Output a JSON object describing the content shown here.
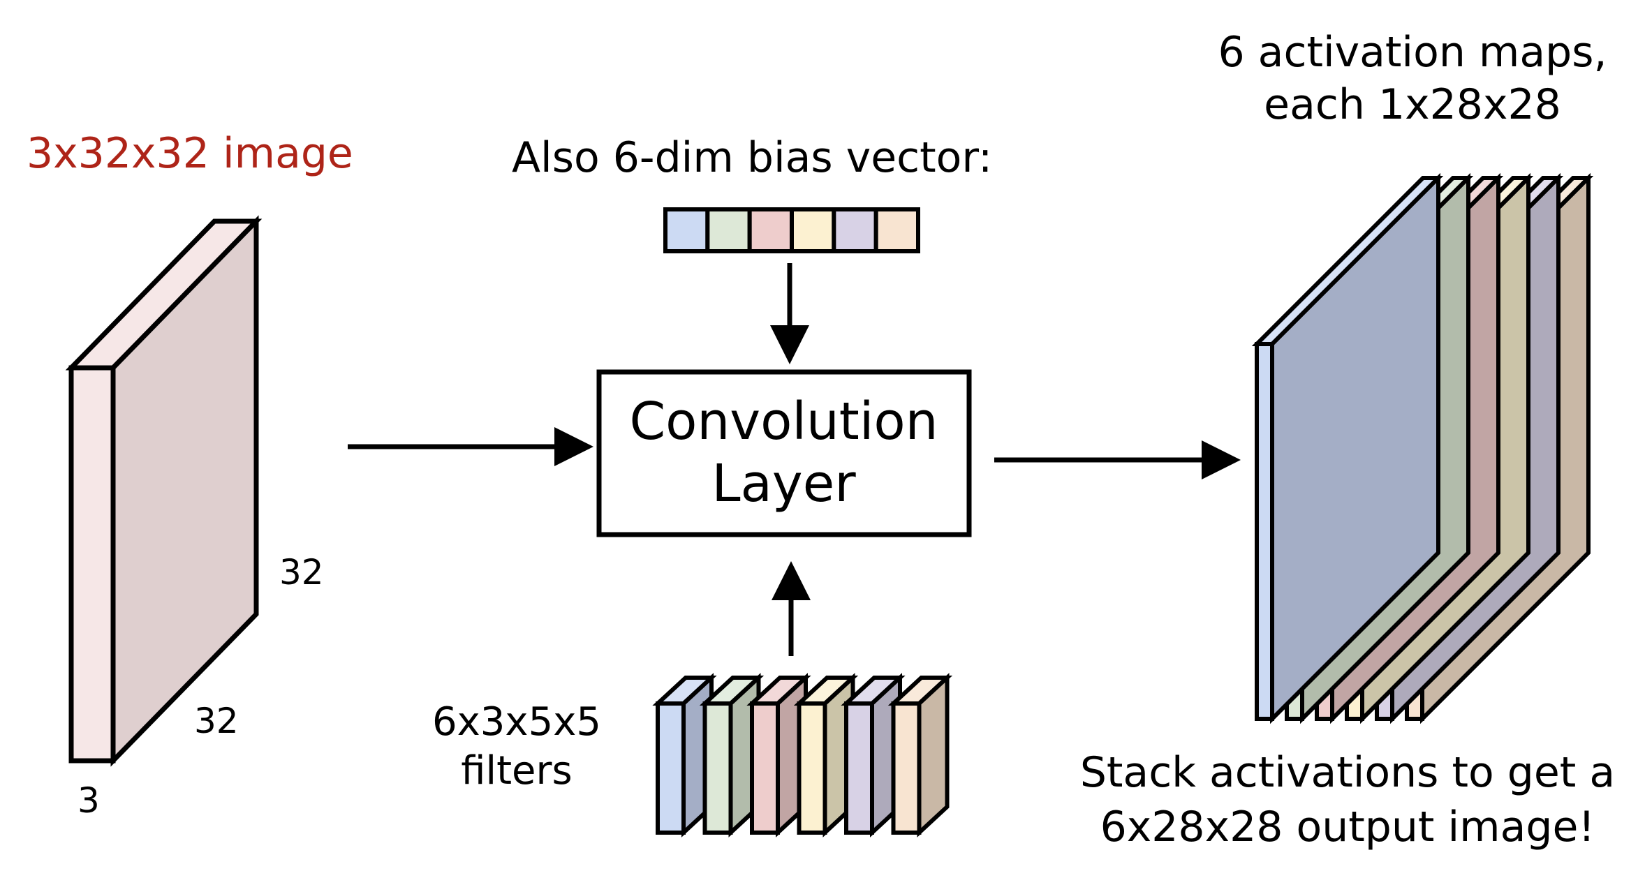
{
  "input": {
    "title": "3x32x32 image",
    "height_label": "32",
    "width_label": "32",
    "depth_label": "3",
    "colors": {
      "front": "#f6e7e7",
      "side": "#dfcfcf"
    }
  },
  "bias": {
    "title": "Also 6-dim bias vector:",
    "cells": [
      {
        "color": "#ccdaf3"
      },
      {
        "color": "#dde8d7"
      },
      {
        "color": "#eecdcc"
      },
      {
        "color": "#fcf1d1"
      },
      {
        "color": "#d8d2e6"
      },
      {
        "color": "#f8e4d1"
      }
    ]
  },
  "conv_layer": {
    "line1": "Convolution",
    "line2": "Layer"
  },
  "filters": {
    "line1": "6x3x5x5",
    "line2": "filters",
    "items": [
      {
        "front": "#ccdaf3",
        "top": "#d7e2f6",
        "side": "#a4aec6"
      },
      {
        "front": "#dde8d7",
        "top": "#e3ede0",
        "side": "#b2bcab"
      },
      {
        "front": "#eecdcc",
        "top": "#f2d9d9",
        "side": "#c1a5a4"
      },
      {
        "front": "#fcf1d1",
        "top": "#fbf4dc",
        "side": "#cbc4a8"
      },
      {
        "front": "#d8d2e6",
        "top": "#e1dded",
        "side": "#aeaabb"
      },
      {
        "front": "#f8e4d1",
        "top": "#f9eadb",
        "side": "#c9b8a6"
      }
    ]
  },
  "output": {
    "title_line1": "6 activation maps,",
    "title_line2": "each 1x28x28",
    "caption_line1": "Stack activations to get a",
    "caption_line2": "6x28x28 output image!",
    "maps": [
      {
        "front": "#ccdaf3",
        "top": "#d7e2f6",
        "side": "#a4aec6"
      },
      {
        "front": "#dde8d7",
        "top": "#e3ede0",
        "side": "#b2bcab"
      },
      {
        "front": "#eecdcc",
        "top": "#f2d9d9",
        "side": "#c1a5a4"
      },
      {
        "front": "#fcf1d1",
        "top": "#fbf4dc",
        "side": "#cbc4a8"
      },
      {
        "front": "#d8d2e6",
        "top": "#e1dded",
        "side": "#aeaabb"
      },
      {
        "front": "#f8e4d1",
        "top": "#f9eadb",
        "side": "#c9b8a6"
      }
    ]
  }
}
